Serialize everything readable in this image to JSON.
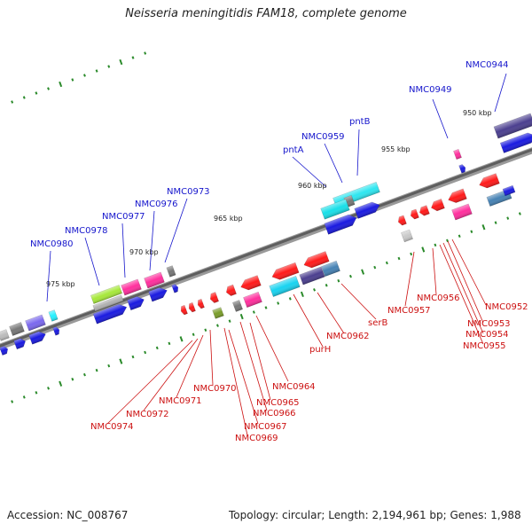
{
  "title": "Neisseria meningitidis FAM18, complete genome",
  "footer": {
    "accession": "Accession: NC_008767",
    "summary": "Topology: circular; Length: 2,194,961 bp; Genes: 1,988"
  },
  "colors": {
    "plus_label": "#1515cc",
    "minus_label": "#cc1111",
    "backbone": "#666666",
    "tick": "#2a8a2a"
  },
  "scale_labels": [
    "950 kbp",
    "955 kbp",
    "960 kbp",
    "965 kbp",
    "970 kbp",
    "975 kbp"
  ],
  "plus_gene_labels": [
    "NMC0944",
    "NMC0949",
    "pntB",
    "NMC0959",
    "pntA",
    "NMC0973",
    "NMC0976",
    "NMC0977",
    "NMC0978",
    "NMC0980"
  ],
  "minus_gene_labels": [
    "NMC0952",
    "NMC0953",
    "NMC0954",
    "NMC0955",
    "NMC0956",
    "NMC0957",
    "serB",
    "NMC0962",
    "purH",
    "NMC0964",
    "NMC0965",
    "NMC0966",
    "NMC0967",
    "NMC0969",
    "NMC0970",
    "NMC0971",
    "NMC0972",
    "NMC0974"
  ]
}
